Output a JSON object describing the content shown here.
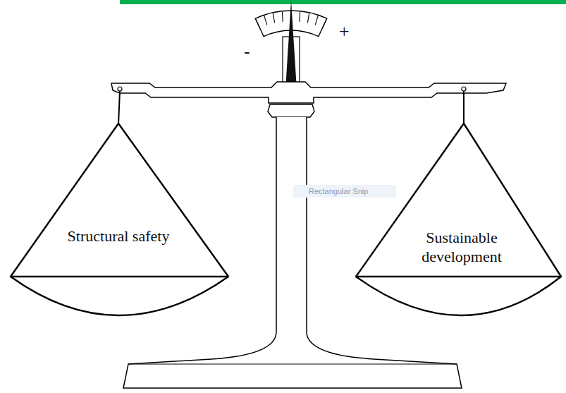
{
  "diagram": {
    "nodes": [
      {
        "text": [
          "Structural safety"
        ]
      },
      {
        "text": [
          "Sustainable development"
        ]
      }
    ],
    "labels": [
      "-",
      "+",
      "Rectangular Snip"
    ]
  }
}
